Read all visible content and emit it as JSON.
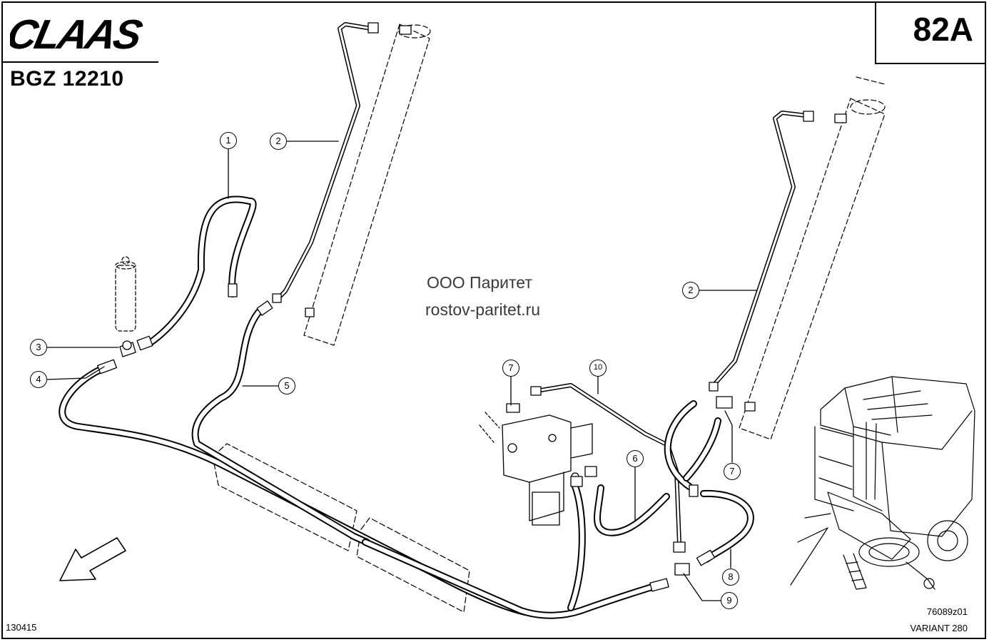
{
  "brand": {
    "logo_text": "CLAAS"
  },
  "header": {
    "doc_code": "BGZ 12210",
    "page_number": "82A"
  },
  "watermark": {
    "line1": "ООО Паритет",
    "line2": "rostov-paritet.ru"
  },
  "footer": {
    "print_number": "130415",
    "drawing_number": "76089z01",
    "variant": "VARIANT 280"
  },
  "callouts": [
    "1",
    "2",
    "3",
    "4",
    "5",
    "6",
    "7",
    "8",
    "9",
    "10"
  ]
}
